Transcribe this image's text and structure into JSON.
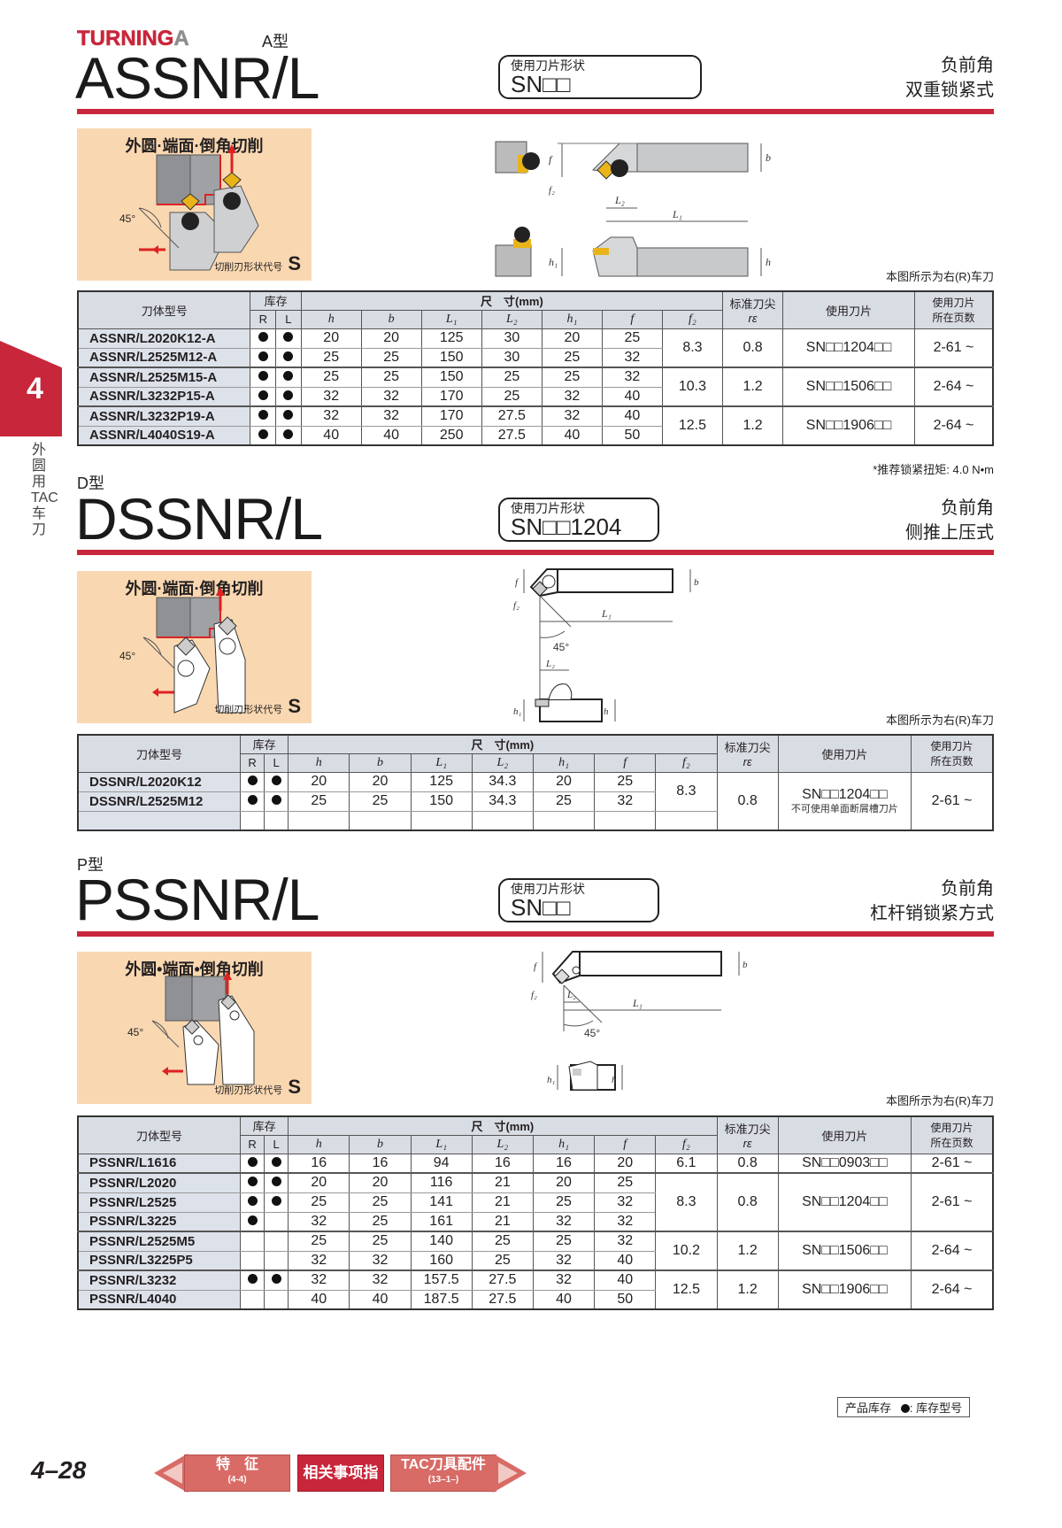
{
  "brand": {
    "text_main": "TURNING",
    "text_accent": "A"
  },
  "side_tab": {
    "number": "4",
    "label": "外圆用TAC车刀"
  },
  "common_headers": {
    "model": "刀体型号",
    "stock": "库存",
    "stock_r": "R",
    "stock_l": "L",
    "dimensions": "尺　寸(mm)",
    "cols": [
      "h",
      "b",
      "L₁",
      "L₂",
      "h₁",
      "f",
      "f₂"
    ],
    "nose_radius_line1": "标准刀尖",
    "nose_radius_line2": "rε",
    "insert": "使用刀片",
    "insert_page_line1": "使用刀片",
    "insert_page_line2": "所在页数"
  },
  "sections": [
    {
      "type_label": "A型",
      "title": "ASSNR/L",
      "shape_label": "使用刀片形状",
      "shape_value": "SN□□",
      "desc_line1": "负前角",
      "desc_line2": "双重锁紧式",
      "cut_title": "外圆·端面·倒角切削",
      "cut_angle": "45°",
      "cut_code_label": "切削刃形状代号",
      "cut_code": "S",
      "drawing_note": "本图所示为右(R)车刀",
      "footnote": "*推荐锁紧扭矩: 4.0 N•m",
      "rows": [
        {
          "model": "ASSNR/L2020K12-A",
          "r": true,
          "l": true,
          "h": "20",
          "b": "20",
          "L1": "125",
          "L2": "30",
          "h1": "20",
          "f": "25"
        },
        {
          "model": "ASSNR/L2525M12-A",
          "r": true,
          "l": true,
          "h": "25",
          "b": "25",
          "L1": "150",
          "L2": "30",
          "h1": "25",
          "f": "32"
        },
        {
          "model": "ASSNR/L2525M15-A",
          "r": true,
          "l": true,
          "h": "25",
          "b": "25",
          "L1": "150",
          "L2": "25",
          "h1": "25",
          "f": "32"
        },
        {
          "model": "ASSNR/L3232P15-A",
          "r": true,
          "l": true,
          "h": "32",
          "b": "32",
          "L1": "170",
          "L2": "25",
          "h1": "32",
          "f": "40"
        },
        {
          "model": "ASSNR/L3232P19-A",
          "r": true,
          "l": true,
          "h": "32",
          "b": "32",
          "L1": "170",
          "L2": "27.5",
          "h1": "32",
          "f": "40"
        },
        {
          "model": "ASSNR/L4040S19-A",
          "r": true,
          "l": true,
          "h": "40",
          "b": "40",
          "L1": "250",
          "L2": "27.5",
          "h1": "40",
          "f": "50"
        }
      ],
      "groups": [
        {
          "f2": "8.3",
          "re": "0.8",
          "insert": "SN□□1204□□",
          "page": "2-61 ~"
        },
        {
          "f2": "10.3",
          "re": "1.2",
          "insert": "SN□□1506□□",
          "page": "2-64 ~"
        },
        {
          "f2": "12.5",
          "re": "1.2",
          "insert": "SN□□1906□□",
          "page": "2-64 ~"
        }
      ]
    },
    {
      "type_label": "D型",
      "title": "DSSNR/L",
      "shape_label": "使用刀片形状",
      "shape_value": "SN□□1204",
      "desc_line1": "负前角",
      "desc_line2": "侧推上压式",
      "cut_title": "外圆·端面·倒角切削",
      "cut_angle": "45°",
      "cut_code_label": "切削刃形状代号",
      "cut_code": "S",
      "drawing_note": "本图所示为右(R)车刀",
      "rows": [
        {
          "model": "DSSNR/L2020K12",
          "r": true,
          "l": true,
          "h": "20",
          "b": "20",
          "L1": "125",
          "L2": "34.3",
          "h1": "20",
          "f": "25"
        },
        {
          "model": "DSSNR/L2525M12",
          "r": true,
          "l": true,
          "h": "25",
          "b": "25",
          "L1": "150",
          "L2": "34.3",
          "h1": "25",
          "f": "32"
        }
      ],
      "groups": [
        {
          "f2": "8.3",
          "re": "0.8",
          "insert": "SN□□1204□□",
          "insert_note": "不可使用单面断屑槽刀片",
          "page": "2-61 ~"
        }
      ]
    },
    {
      "type_label": "P型",
      "title": "PSSNR/L",
      "shape_label": "使用刀片形状",
      "shape_value": "SN□□",
      "desc_line1": "负前角",
      "desc_line2": "杠杆销锁紧方式",
      "cut_title": "外圆•端面•倒角切削",
      "cut_angle": "45°",
      "cut_code_label": "切削刃形状代号",
      "cut_code": "S",
      "drawing_note": "本图所示为右(R)车刀",
      "rows": [
        {
          "model": "PSSNR/L1616",
          "r": true,
          "l": true,
          "h": "16",
          "b": "16",
          "L1": "94",
          "L2": "16",
          "h1": "16",
          "f": "20"
        },
        {
          "model": "PSSNR/L2020",
          "r": true,
          "l": true,
          "h": "20",
          "b": "20",
          "L1": "116",
          "L2": "21",
          "h1": "20",
          "f": "25"
        },
        {
          "model": "PSSNR/L2525",
          "r": true,
          "l": true,
          "h": "25",
          "b": "25",
          "L1": "141",
          "L2": "21",
          "h1": "25",
          "f": "32"
        },
        {
          "model": "PSSNR/L3225",
          "r": true,
          "l": false,
          "h": "32",
          "b": "25",
          "L1": "161",
          "L2": "21",
          "h1": "32",
          "f": "32"
        },
        {
          "model": "PSSNR/L2525M5",
          "r": false,
          "l": false,
          "h": "25",
          "b": "25",
          "L1": "140",
          "L2": "25",
          "h1": "25",
          "f": "32"
        },
        {
          "model": "PSSNR/L3225P5",
          "r": false,
          "l": false,
          "h": "32",
          "b": "32",
          "L1": "160",
          "L2": "25",
          "h1": "32",
          "f": "40"
        },
        {
          "model": "PSSNR/L3232",
          "r": true,
          "l": true,
          "h": "32",
          "b": "32",
          "L1": "157.5",
          "L2": "27.5",
          "h1": "32",
          "f": "40"
        },
        {
          "model": "PSSNR/L4040",
          "r": false,
          "l": false,
          "h": "40",
          "b": "40",
          "L1": "187.5",
          "L2": "27.5",
          "h1": "40",
          "f": "50"
        }
      ],
      "groups": [
        {
          "f2": "6.1",
          "re": "0.8",
          "insert": "SN□□0903□□",
          "page": "2-61 ~"
        },
        {
          "f2": "8.3",
          "re": "0.8",
          "insert": "SN□□1204□□",
          "page": "2-61 ~"
        },
        {
          "f2": "10.2",
          "re": "1.2",
          "insert": "SN□□1506□□",
          "page": "2-64 ~"
        },
        {
          "f2": "12.5",
          "re": "1.2",
          "insert": "SN□□1906□□",
          "page": "2-64 ~"
        }
      ]
    }
  ],
  "legend": {
    "label": "产品库存",
    "dot_meaning": ": 库存型号"
  },
  "footer": {
    "page_number": "4–28",
    "nav_prev_title": "特　征",
    "nav_prev_sub": "(4-4)",
    "nav_center": "相关事项指南",
    "nav_next_title": "TAC刀具配件",
    "nav_next_sub": "(13–1–)"
  },
  "colors": {
    "accent_red": "#c8263a",
    "panel_orange": "#f9d8b1",
    "header_gray": "#d8dce3",
    "model_cell": "#dde2ea"
  }
}
